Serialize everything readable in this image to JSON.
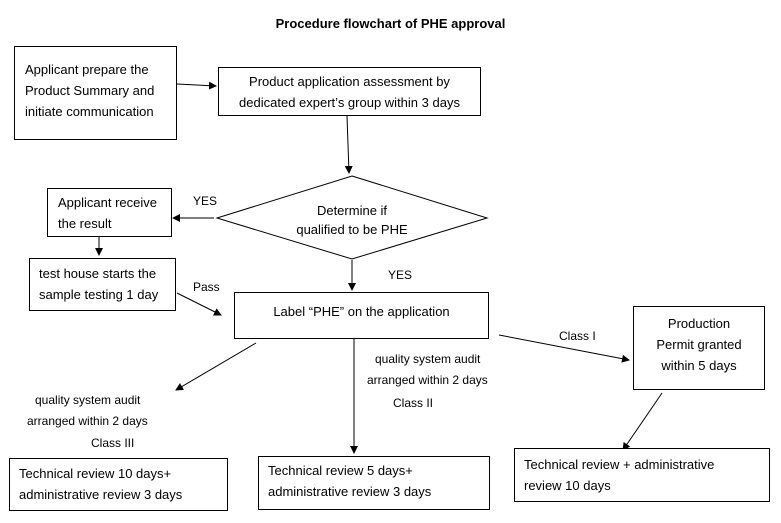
{
  "title": "Procedure flowchart of PHE approval",
  "nodes": {
    "applicant_prepare": [
      "Applicant prepare the",
      "Product Summary and",
      "initiate communication"
    ],
    "assessment": [
      "Product application assessment by",
      "dedicated expert’s group within 3 days"
    ],
    "determine": [
      "Determine if",
      "qualified to be PHE"
    ],
    "applicant_receive": [
      "Applicant receive",
      "the result"
    ],
    "test_house": [
      "test house starts the",
      "sample testing 1 day"
    ],
    "label_phe": [
      "Label “PHE” on the application"
    ],
    "production": [
      "Production",
      "Permit granted",
      "within 5 days"
    ],
    "class3_review": [
      "Technical review 10 days+",
      "administrative review 3 days"
    ],
    "class2_review": [
      "Technical review 5 days+",
      "administrative review 3 days"
    ],
    "class1_review": [
      "Technical review + administrative",
      "review 10 days"
    ]
  },
  "labels": {
    "yes_left": "YES",
    "yes_down": "YES",
    "pass": "Pass",
    "class_i": "Class I",
    "audit_left": [
      "quality system audit",
      "arranged within 2 days"
    ],
    "class_iii": "Class III",
    "audit_mid": [
      "quality system audit",
      "arranged within 2 days"
    ],
    "class_ii": "Class II"
  }
}
